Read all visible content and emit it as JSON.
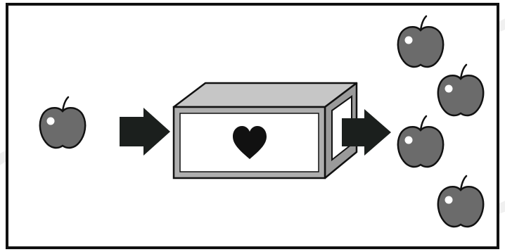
{
  "diagram": {
    "input": {
      "icon": "apple-icon",
      "count": 1
    },
    "process": {
      "icon": "heart-icon",
      "shape": "box"
    },
    "output": {
      "icon": "apple-icon",
      "count": 4
    },
    "arrows": [
      {
        "icon": "arrow-right-icon",
        "from": "input",
        "to": "process"
      },
      {
        "icon": "arrow-right-icon",
        "from": "process",
        "to": "output"
      }
    ]
  },
  "colors": {
    "frame": "#111111",
    "background": "#ffffff",
    "watermark": "#e6e6e6",
    "arrow": "#1b1f1d",
    "apple_fill": "#6b6b6b",
    "apple_stroke": "#111111",
    "apple_highlight": "#ffffff",
    "box_front_border": "#aeaeae",
    "box_front_panel": "#ffffff",
    "box_top": "#c6c6c6",
    "box_side": "#9a9a9a",
    "box_opening": "#ffffff",
    "heart": "#111111"
  }
}
